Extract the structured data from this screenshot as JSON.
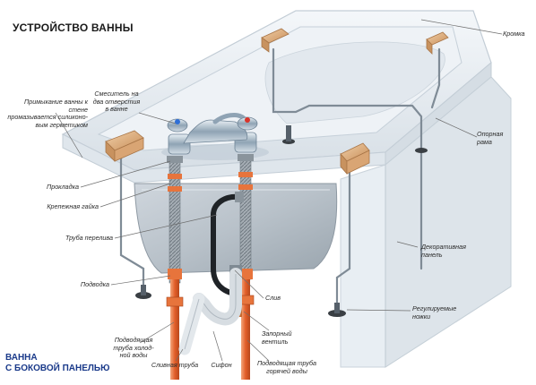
{
  "title": "УСТРОЙСТВО ВАННЫ",
  "subtitle": [
    "ВАННА",
    "С БОКОВОЙ ПАНЕЛЬЮ"
  ],
  "labels": {
    "kromka": [
      "Кромка"
    ],
    "opornaya_rama": [
      "Опорная",
      "рама"
    ],
    "dekorativnaya_panel": [
      "Декоративная",
      "панель"
    ],
    "reguliruemye_nozhki": [
      "Регулируемые",
      "ножки"
    ],
    "primykanie": [
      "Примыкание ванны к стене",
      "промазывается силиконо-",
      "вым герметиком"
    ],
    "smesitel": [
      "Смеситель на",
      "два отверстия",
      "в ванне"
    ],
    "prokladka": [
      "Прокладка"
    ],
    "krepezhnaya_gayka": [
      "Крепежная гайка"
    ],
    "truba_pereliva": [
      "Труба перелива"
    ],
    "podvodka": [
      "Подводка"
    ],
    "sliv": [
      "Слив"
    ],
    "zapornyy_ventil": [
      "Запорный",
      "вентиль"
    ],
    "podvodyashchaya_holodnoy": [
      "Подводящая",
      "труба холод-",
      "ной воды"
    ],
    "slivnaya_truba": [
      "Сливная труба"
    ],
    "sifon": [
      "Сифон"
    ],
    "podvodyashchaya_goryachey": [
      "Подводящая труба",
      "горячей воды"
    ]
  },
  "colors": {
    "tub_outline": "#c9d3dc",
    "tub_fill": "#e9eef3",
    "apron": "#d9e1e8",
    "wood": "#e3b98a",
    "pipe_copper": "#e7743c",
    "hose_braided": "#8c969f",
    "chrome": "#9fb3c4",
    "leader": "#6d6d6d",
    "title": "#1a1a1a",
    "subtitle": "#1a3a8a"
  },
  "icons": [
    "mixer-tap-icon",
    "siphon-icon",
    "adjustable-foot-icon",
    "wooden-support-block-icon"
  ]
}
